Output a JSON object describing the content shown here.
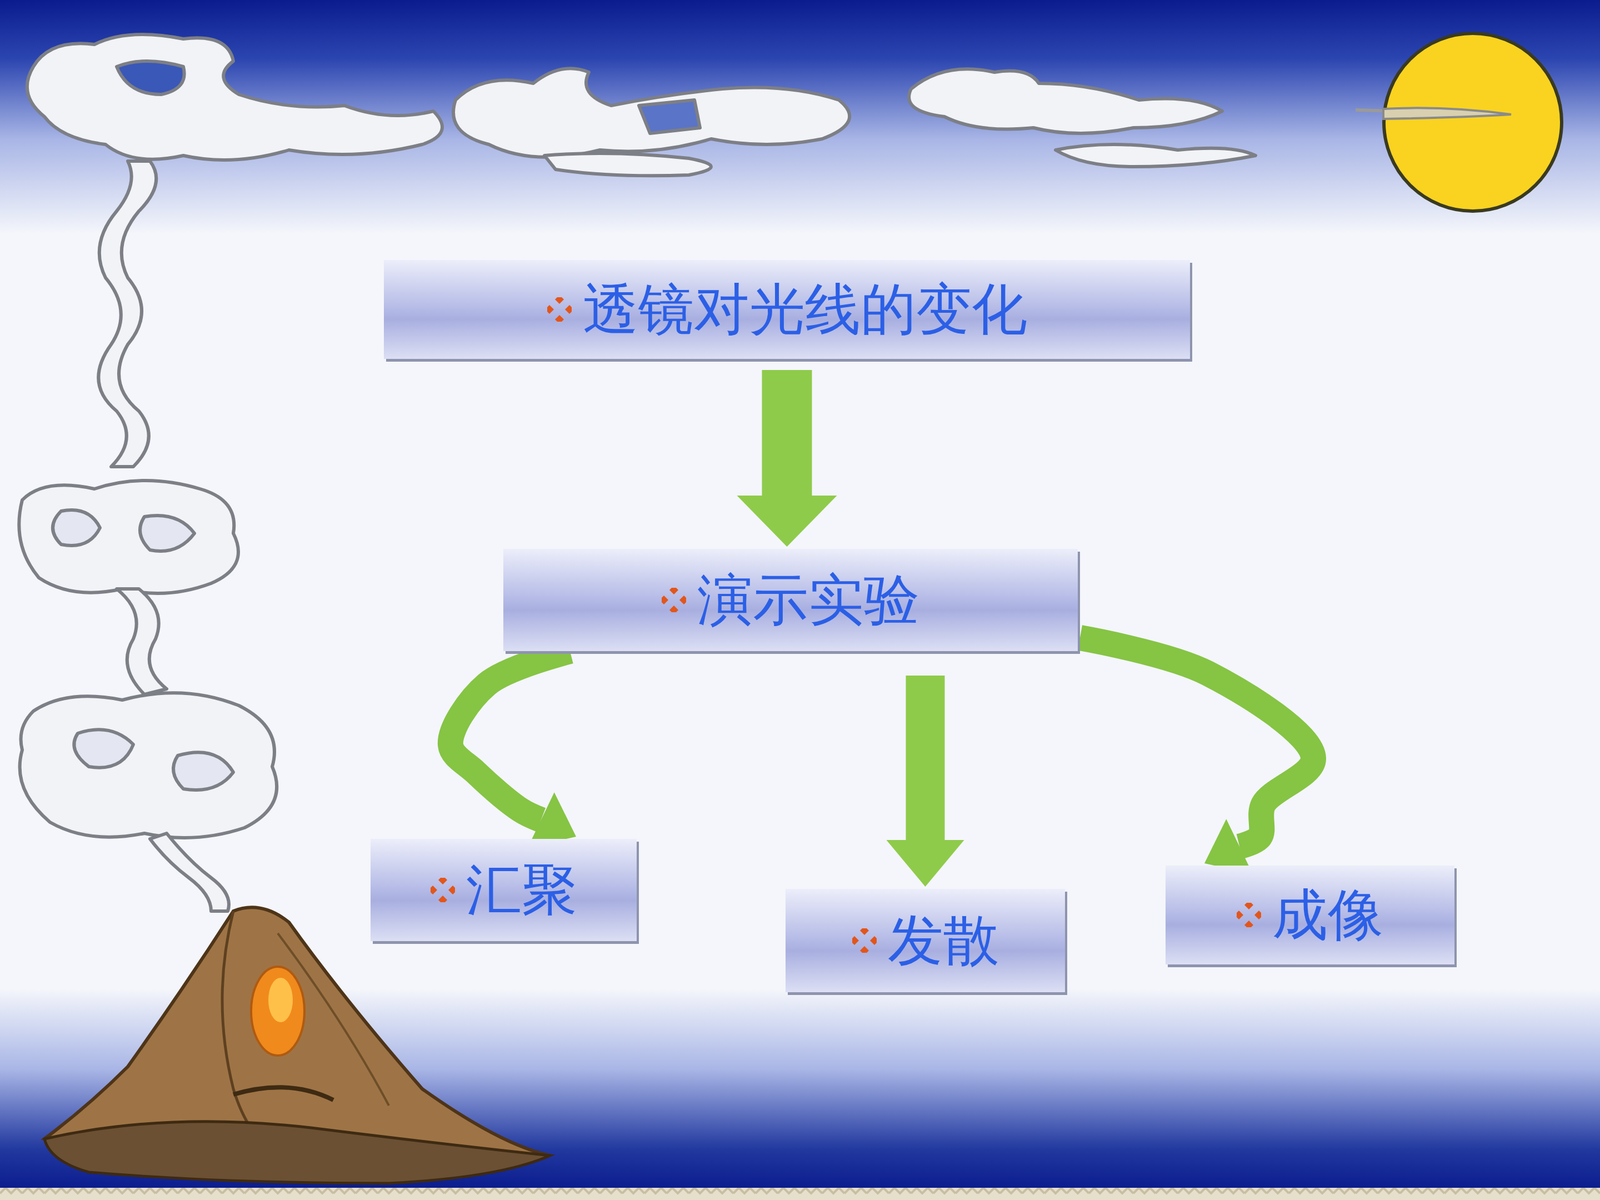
{
  "diagram": {
    "nodes": [
      {
        "text": [
          "透镜对光线的变化"
        ]
      },
      {
        "text": [
          "演示实验"
        ]
      },
      {
        "text": [
          "汇聚"
        ]
      },
      {
        "text": [
          "发散"
        ]
      },
      {
        "text": [
          "成像"
        ]
      }
    ],
    "edges": [
      {
        "from": 0,
        "to": 1,
        "arrow": "to"
      },
      {
        "from": 1,
        "to": 2,
        "arrow": "to"
      },
      {
        "from": 1,
        "to": 3,
        "arrow": "to"
      },
      {
        "from": 1,
        "to": 4,
        "arrow": "to"
      }
    ]
  }
}
